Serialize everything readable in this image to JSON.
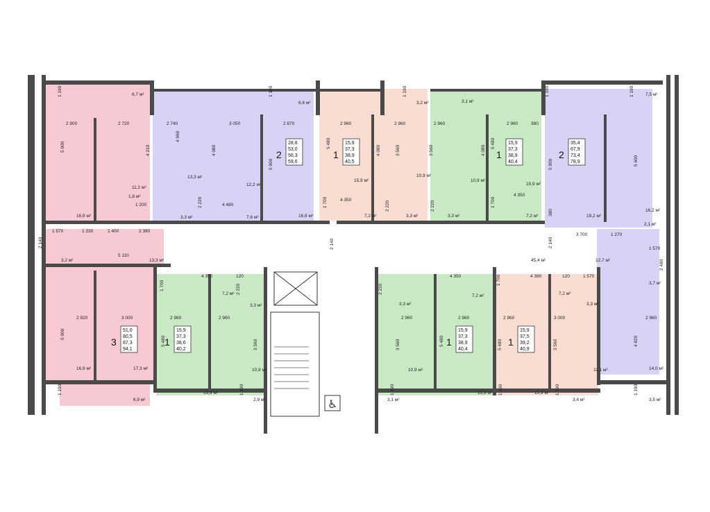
{
  "colors": {
    "pink": "#f6c9d3",
    "lavender": "#d6d3f4",
    "peach": "#f9ddd2",
    "green": "#c8e9c4",
    "wall": "#4a4a4a",
    "corridor": "#ffffff"
  },
  "apartments": [
    {
      "rooms": "2",
      "areas": [
        "28,8",
        "53,0",
        "56,3",
        "59,6"
      ],
      "color": "lavender"
    },
    {
      "rooms": "1",
      "areas": [
        "15,9",
        "37,3",
        "38,9",
        "40,5"
      ],
      "color": "peach"
    },
    {
      "rooms": "1",
      "areas": [
        "15,9",
        "37,3",
        "38,9",
        "40,4"
      ],
      "color": "green"
    },
    {
      "rooms": "2",
      "areas": [
        "35,4",
        "67,9",
        "73,4",
        "78,9"
      ],
      "color": "lavender"
    },
    {
      "rooms": "3",
      "areas": [
        "51,0",
        "80,5",
        "87,3",
        "94,1"
      ],
      "color": "pink"
    },
    {
      "rooms": "1",
      "areas": [
        "15,9",
        "37,3",
        "38,6",
        "40,2"
      ],
      "color": "green"
    },
    {
      "rooms": "1",
      "areas": [
        "15,9",
        "37,3",
        "38,9",
        "40,4"
      ],
      "color": "green"
    },
    {
      "rooms": "1",
      "areas": [
        "15,9",
        "37,5",
        "39,2",
        "40,9"
      ],
      "color": "peach"
    }
  ],
  "room_areas": [
    "6,7 м²",
    "13,3 м²",
    "6,6 м²",
    "3,2 м²",
    "3,1 м²",
    "7,5 м²",
    "11,2 м²",
    "16,6 м²",
    "12,2 м²",
    "16,6 м²",
    "15,9 м²",
    "10,9 м²",
    "10,9 м²",
    "15,9 м²",
    "19,2 м²",
    "16,2 м²",
    "1,8 м²",
    "3,3 м²",
    "7,6 м²",
    "7,2 м²",
    "3,3 м²",
    "3,3 м²",
    "7,2 м²",
    "2,1 м²",
    "3,2 м²",
    "13,3 м²",
    "45,4 м²",
    "12,7 м²",
    "7,2 м²",
    "3,3 м²",
    "3,3 м²",
    "7,2 м²",
    "7,2 м²",
    "3,3 м²",
    "3,7 м²",
    "16,9 м²",
    "17,3 м²",
    "15,9 м²",
    "10,9 м²",
    "10,9 м²",
    "15,9 м²",
    "15,9 м²",
    "11,1 м²",
    "14,0 м²",
    "6,9 м²",
    "2,9 м²",
    "3,1 м²",
    "3,4 м²",
    "3,5 м²"
  ],
  "dimensions": [
    "1 190",
    "1 190",
    "1 190",
    "1 190",
    "1 190",
    "2 900",
    "2 720",
    "2 740",
    "3 050",
    "2 870",
    "2 960",
    "2 960",
    "2 960",
    "2 960",
    "380",
    "5 900",
    "4 210",
    "4 960",
    "4 080",
    "5 900",
    "5 480",
    "4 080",
    "3 560",
    "3 560",
    "4 080",
    "5 480",
    "5 900",
    "5 600",
    "1 570",
    "1 330",
    "1 400",
    "2 380",
    "5 110",
    "2 140",
    "1 200",
    "4 480",
    "2 220",
    "1 700",
    "4 350",
    "2 220",
    "2 220",
    "1 700",
    "4 350",
    "380",
    "1 270",
    "3 700",
    "1 570",
    "2 140",
    "2 140",
    "4 350",
    "1 700",
    "2 220",
    "120",
    "4 350",
    "1 700",
    "4 390",
    "2 220",
    "120",
    "1 570",
    "2 480",
    "2 920",
    "3 000",
    "2 960",
    "2 960",
    "2 960",
    "2 960",
    "2 960",
    "3 000",
    "2 960",
    "5 900",
    "5 480",
    "3 560",
    "3 560",
    "5 480",
    "5 480",
    "3 560",
    "4 820",
    "1 190",
    "1 190",
    "1 190",
    "1 190",
    "1 190",
    "1 190"
  ]
}
